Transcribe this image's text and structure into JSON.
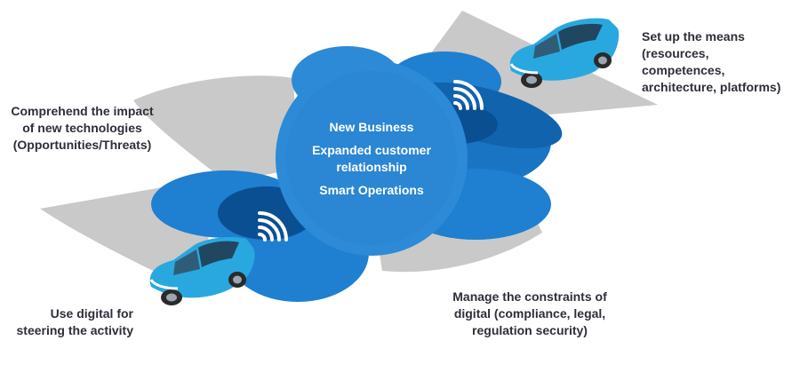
{
  "center": {
    "line1": "New Business",
    "line2a": "Expanded customer",
    "line2b": "relationship",
    "line3": "Smart Operations"
  },
  "labels": {
    "top_right": [
      "Set up the means",
      "(resources,",
      "competences,",
      "architecture, platforms)"
    ],
    "top_left": [
      "Comprehend the impact",
      "of new technologies",
      "(Opportunities/Threats)"
    ],
    "bottom_left": [
      "Use digital for",
      "steering the activity"
    ],
    "bottom_right": [
      "Manage the constraints of",
      "digital (compliance, legal,",
      "regulation security)"
    ]
  },
  "colors": {
    "cloud_main": "#1f7fd0",
    "cloud_dark": "#1163ad",
    "cloud_deep": "#0b4f93",
    "beam_gray": "#c9c9c9",
    "car_body": "#29a8e0",
    "text": "#2e2e3a"
  },
  "icons": [
    "car-icon",
    "wifi-signal-icon"
  ]
}
